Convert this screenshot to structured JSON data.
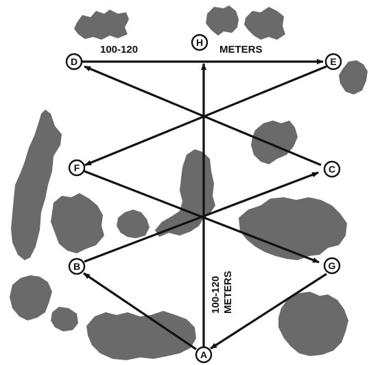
{
  "nodes": {
    "A": "A",
    "B": "B",
    "C": "C",
    "D": "D",
    "E": "E",
    "F": "F",
    "G": "G",
    "H": "H"
  },
  "labels": {
    "top_distance": "100-120",
    "top_unit": "METERS",
    "vertical_distance": "100-120",
    "vertical_unit": "METERS"
  },
  "colors": {
    "line": "#111111",
    "foliage": "#6a6a6a",
    "background": "#ffffff"
  }
}
